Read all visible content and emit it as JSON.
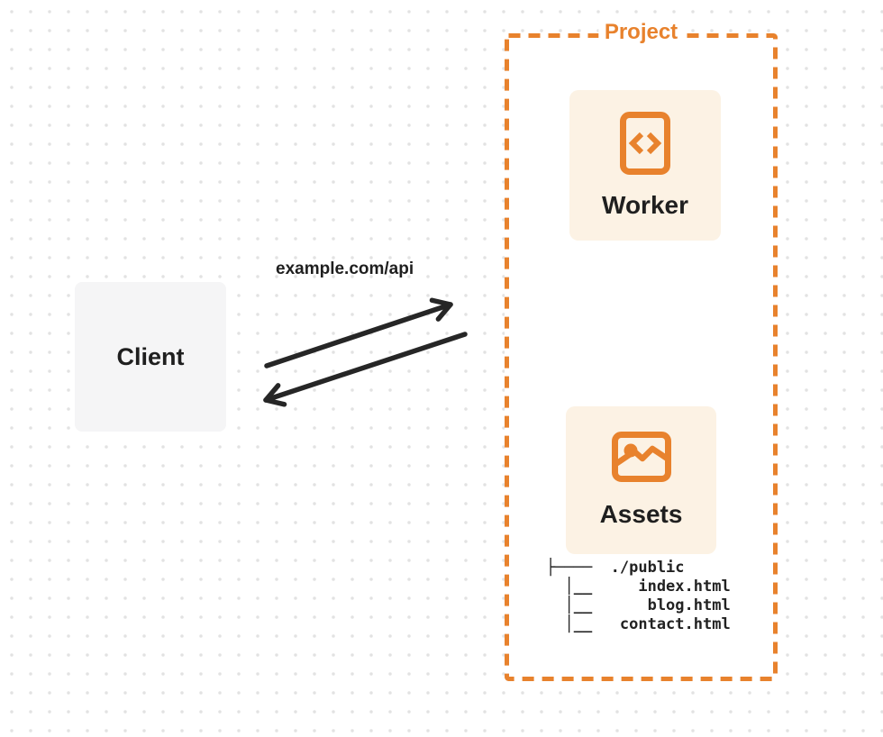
{
  "colors": {
    "accent": "#E8822D",
    "card_bg": "#FCF2E4",
    "client_bg": "#F5F5F6",
    "arrow": "#262626",
    "text": "#1F1F1F",
    "dot_grid": "#E2E2E2",
    "background": "#FFFFFF"
  },
  "client": {
    "label": "Client"
  },
  "request": {
    "label": "example.com/api"
  },
  "project": {
    "label": "Project",
    "worker": {
      "label": "Worker",
      "icon": "code-file-icon"
    },
    "assets": {
      "label": "Assets",
      "icon": "image-icon"
    },
    "file_tree": {
      "entries": [
        "./public",
        "index.html",
        "blog.html",
        "contact.html"
      ],
      "text": "├────  ./public\n  │__     index.html\n  │__      blog.html\n  │__   contact.html"
    }
  }
}
